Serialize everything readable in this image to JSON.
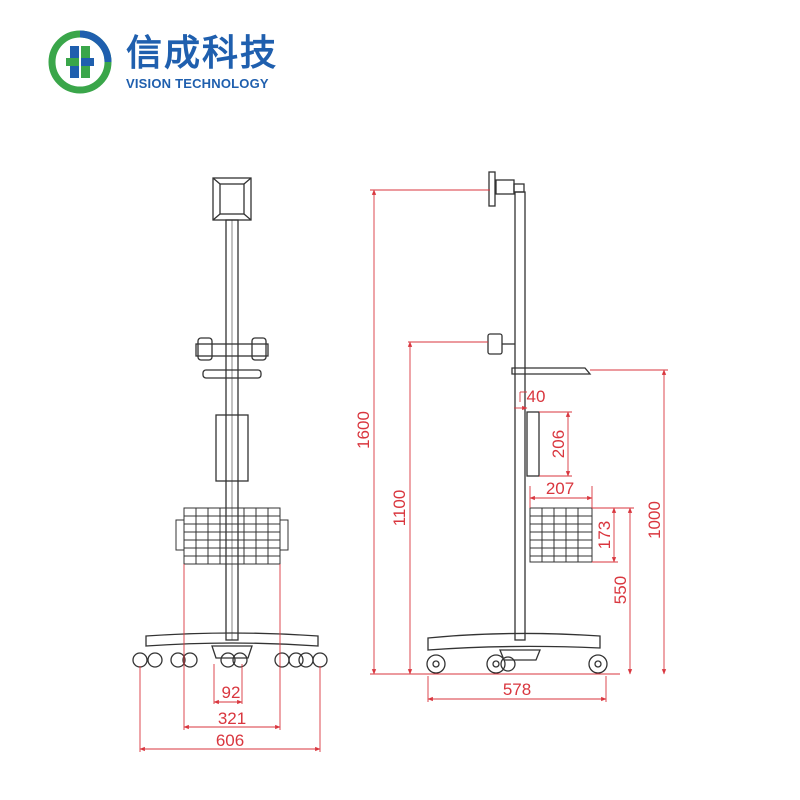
{
  "brand": {
    "name_cn": "信成科技",
    "name_en": "VISION TECHNOLOGY",
    "colors": {
      "text": "#1f5fae",
      "mark_blue": "#1f5fae",
      "mark_green": "#3aa64a"
    }
  },
  "drawing": {
    "line_color": "#333333",
    "dim_color": "#d9363e",
    "front_view": {
      "dimensions": {
        "caster_spacing_inner": "92",
        "basket_width": "321",
        "base_width": "606"
      }
    },
    "side_view": {
      "dimensions": {
        "total_height": "1600",
        "monitor_mount_height": "1100",
        "shelf_height": "1000",
        "shelf_to_box": "40",
        "box_height": "206",
        "basket_width": "207",
        "basket_height": "173",
        "basket_mount_height": "550",
        "base_depth": "578"
      }
    }
  }
}
